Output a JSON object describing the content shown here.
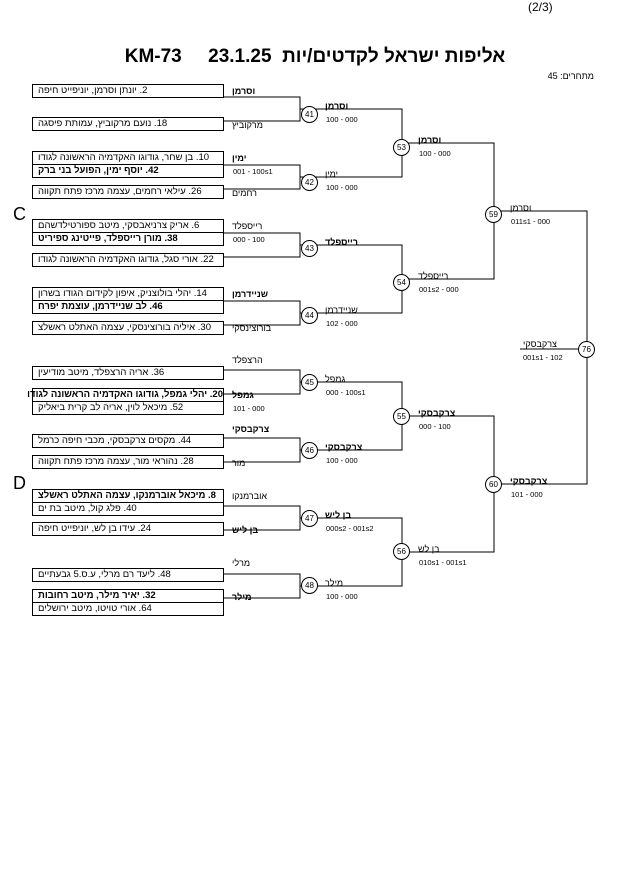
{
  "header": {
    "page": "(2/3)",
    "title": "KM-73     23.1.25  אליפות ישראל לקדטים/יות",
    "participants": "מתחרים: 45"
  },
  "sides": [
    "C",
    "D"
  ],
  "entries": [
    {
      "text": "2. יונתן וסרמן, יוניפייט חיפה",
      "bold": false
    },
    {
      "text": "18. נועם מרקוביץ, עמותת פיסגה",
      "bold": false
    },
    {
      "text": "10. בן שחר, גודוגו האקדמיה הראשונה לגודו",
      "bold": false
    },
    {
      "text": "42. יוסף ימין, הפועל בני ברק",
      "bold": true
    },
    {
      "text": "26. עילאי רחמים, עצמה מרכז פתח תקווה",
      "bold": false
    },
    {
      "text": "6. אריק צרניאבסקי, מיטב ספורטילדשהם",
      "bold": false
    },
    {
      "text": "38. מורן רייספלד, פייטינג ספיריט",
      "bold": true
    },
    {
      "text": "22. אורי סגל, גודוגו האקדמיה הראשונה לגודו",
      "bold": false
    },
    {
      "text": "14. יהלי בולוצניק, איפון לקידום הגודו בשרון",
      "bold": false
    },
    {
      "text": "46. לב שניידרמן, עוצמת יפרח",
      "bold": true
    },
    {
      "text": "30. איליה בורוצינסקי, עצמה האתלט ראשלצ",
      "bold": false
    },
    {
      "text": "36. אריה הרצפלד, מיטב מודיעין",
      "bold": false
    },
    {
      "text": "20. יהלי גמפל, גודוגו האקדמיה הראשונה לגודו",
      "bold": true
    },
    {
      "text": "52. מיכאל לוין, אריה לב קרית ביאליק",
      "bold": false
    },
    {
      "text": "44. מקסים צרקבסקי, מכבי חיפה כרמל",
      "bold": false
    },
    {
      "text": "28. נהוראי מור, עצמה מרכז פתח תקווה",
      "bold": false
    },
    {
      "text": "8. מיכאל אוברמנקו, עצמה האתלט ראשלצ",
      "bold": true
    },
    {
      "text": "40. פלג קול, מיטב בת ים",
      "bold": false
    },
    {
      "text": "24. עידו בן לש, יוניפייט חיפה",
      "bold": false
    },
    {
      "text": "48. ליעד רם מרלי, ע.ס.5 גבעתיים",
      "bold": false
    },
    {
      "text": "32. יאיר מילר, מיטב רחובות",
      "bold": true
    },
    {
      "text": "64. אורי טויטו, מיטב ירושלים",
      "bold": false
    }
  ],
  "pair_labels": [
    {
      "text": "וסרמן",
      "bold": true
    },
    {
      "text": "מרקוביץ",
      "bold": false
    },
    {
      "text": "ימין",
      "bold": true
    },
    {
      "text": "001 - 100s1",
      "bold": false
    },
    {
      "text": "רחמים",
      "bold": false
    },
    {
      "text": "רייספלד",
      "bold": false
    },
    {
      "text": "000 - 100",
      "bold": false
    },
    {
      "text": "שניידרמן",
      "bold": true
    },
    {
      "text": "בורוצינסקי",
      "bold": false
    },
    {
      "text": "הרצפלד",
      "bold": false
    },
    {
      "text": "גמפל",
      "bold": true
    },
    {
      "text": "101 - 000",
      "bold": false
    },
    {
      "text": "צרקבסקי",
      "bold": true
    },
    {
      "text": "מור",
      "bold": false
    },
    {
      "text": "אוברמנקו",
      "bold": false
    },
    {
      "text": "בן ליש",
      "bold": true
    },
    {
      "text": "מרלי",
      "bold": false
    },
    {
      "text": "מילר",
      "bold": true
    }
  ],
  "matches": [
    {
      "num": "41",
      "winner": "וסרמן",
      "winner_bold": true,
      "score": "100 - 000"
    },
    {
      "num": "42",
      "winner": "ימין",
      "winner_bold": false,
      "score": "100 - 000"
    },
    {
      "num": "43",
      "winner": "רייספלד",
      "winner_bold": true,
      "score": ""
    },
    {
      "num": "44",
      "winner": "שניידרמן",
      "winner_bold": false,
      "score": "102 - 000"
    },
    {
      "num": "45",
      "winner": "גמפל",
      "winner_bold": false,
      "score": "000 - 100s1"
    },
    {
      "num": "46",
      "winner": "צרקבסקי",
      "winner_bold": true,
      "score": "100 - 000"
    },
    {
      "num": "47",
      "winner": "בן ליש",
      "winner_bold": true,
      "score": "000s2 - 001s2"
    },
    {
      "num": "48",
      "winner": "מילר",
      "winner_bold": false,
      "score": "100 - 000"
    },
    {
      "num": "53",
      "winner": "וסרמן",
      "winner_bold": true,
      "score": "100 - 000"
    },
    {
      "num": "54",
      "winner": "רייספלד",
      "winner_bold": false,
      "score": "001s2 - 000"
    },
    {
      "num": "55",
      "winner": "צרקבסקי",
      "winner_bold": true,
      "score": "000 - 100"
    },
    {
      "num": "56",
      "winner": "בן לש",
      "winner_bold": false,
      "score": "010s1 - 001s1"
    },
    {
      "num": "59",
      "winner": "וסרמן",
      "winner_bold": false,
      "score": "011s1 - 000"
    },
    {
      "num": "60",
      "winner": "צרקבסקי",
      "winner_bold": true,
      "score": "101 - 000"
    },
    {
      "num": "76",
      "winner": "צרקבסקי",
      "winner_bold": false,
      "score": "001s1 - 102"
    }
  ]
}
